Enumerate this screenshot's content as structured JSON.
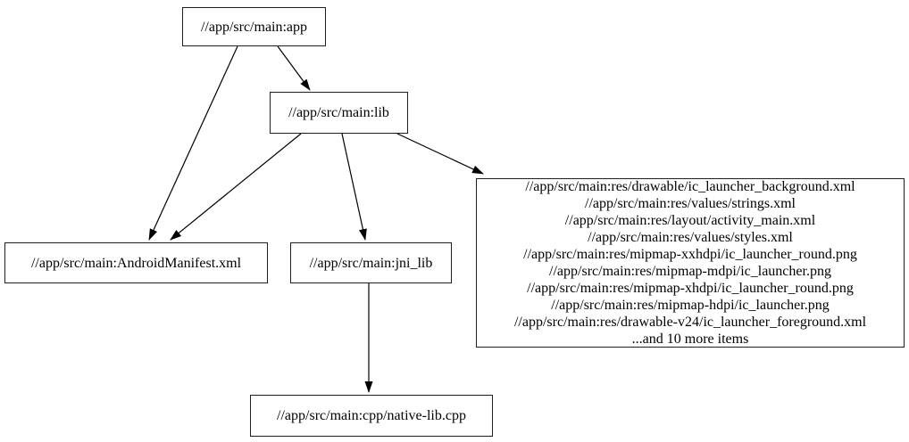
{
  "diagram": {
    "type": "dependency-graph",
    "background_color": "#ffffff",
    "node_border_color": "#1f1f1f",
    "edge_color": "#000000",
    "text_color": "#000000",
    "nodes": {
      "app": {
        "label": "//app/src/main:app"
      },
      "lib": {
        "label": "//app/src/main:lib"
      },
      "manifest": {
        "label": "//app/src/main:AndroidManifest.xml"
      },
      "jni_lib": {
        "label": "//app/src/main:jni_lib"
      },
      "resources": {
        "lines": [
          "//app/src/main:res/drawable/ic_launcher_background.xml",
          "//app/src/main:res/values/strings.xml",
          "//app/src/main:res/layout/activity_main.xml",
          "//app/src/main:res/values/styles.xml",
          "//app/src/main:res/mipmap-xxhdpi/ic_launcher_round.png",
          "//app/src/main:res/mipmap-mdpi/ic_launcher.png",
          "//app/src/main:res/mipmap-xhdpi/ic_launcher_round.png",
          "//app/src/main:res/mipmap-hdpi/ic_launcher.png",
          "//app/src/main:res/drawable-v24/ic_launcher_foreground.xml",
          "...and 10 more items"
        ]
      },
      "native_lib": {
        "label": "//app/src/main:cpp/native-lib.cpp"
      }
    },
    "edges": [
      {
        "from": "app",
        "to": "lib"
      },
      {
        "from": "app",
        "to": "manifest"
      },
      {
        "from": "lib",
        "to": "manifest"
      },
      {
        "from": "lib",
        "to": "jni_lib"
      },
      {
        "from": "lib",
        "to": "resources"
      },
      {
        "from": "jni_lib",
        "to": "native_lib"
      }
    ]
  }
}
